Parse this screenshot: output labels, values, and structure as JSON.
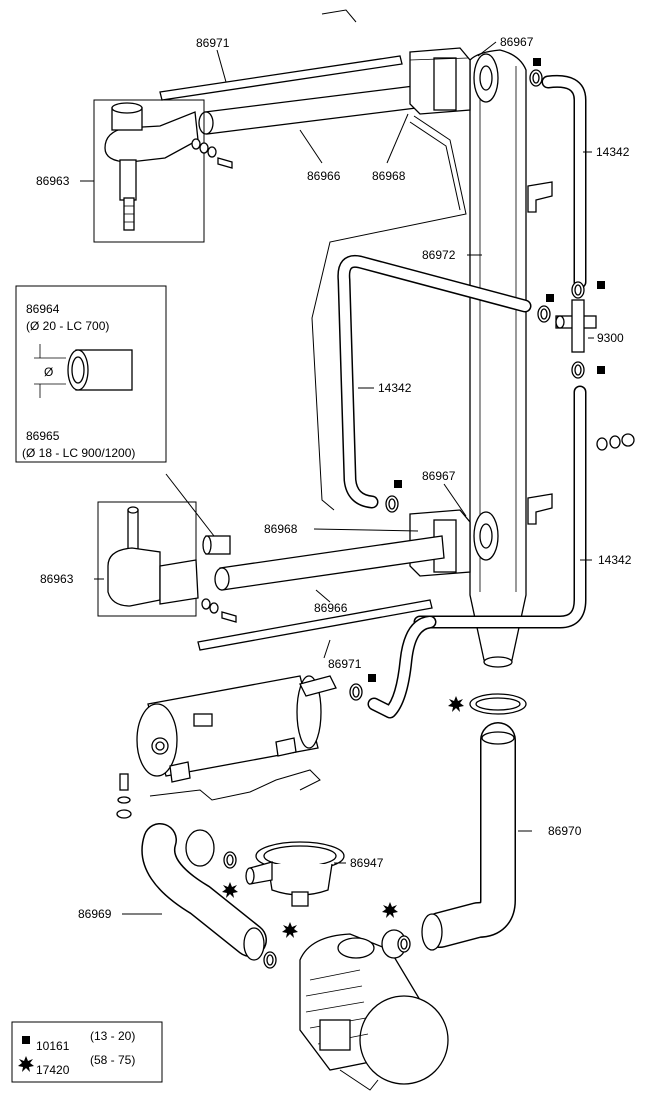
{
  "parts": {
    "p86971_top": "86971",
    "p86967_top": "86967",
    "p86963_top": "86963",
    "p86966_top": "86966",
    "p86968_top": "86968",
    "p14342_top": "14342",
    "p86972": "86972",
    "p9300": "9300",
    "p14342_mid": "14342",
    "p86967_mid": "86967",
    "p86968_mid": "86968",
    "p86963_mid": "86963",
    "p86966_mid": "86966",
    "p14342_right": "14342",
    "p86971_bot": "86971",
    "p86970": "86970",
    "p86947": "86947",
    "p86969": "86969"
  },
  "insert": {
    "line1": "86964",
    "line2": "(Ø 20 - LC 700)",
    "diameter": "Ø",
    "line3": "86965",
    "line4": "(Ø 18 - LC 900/1200)"
  },
  "legend": {
    "square_code": "10161",
    "square_range": "(13 - 20)",
    "star_code": "17420",
    "star_range": "(58 - 75)"
  }
}
